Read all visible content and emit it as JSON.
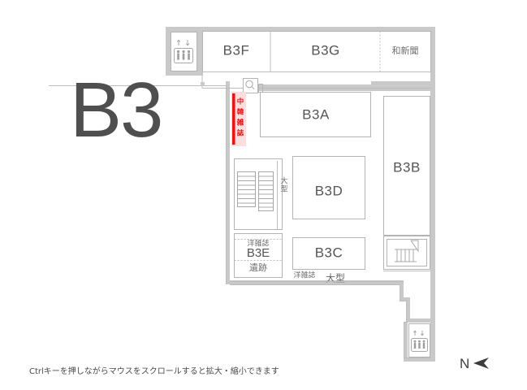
{
  "floor": {
    "badge_label": "B3",
    "hint_text": "Ctrlキーを押しながらマウスをスクロールすると拡大・縮小できます"
  },
  "compass": {
    "letter": "N",
    "icon": "north-arrow-icon"
  },
  "rooms": {
    "b3f": "B3F",
    "b3g": "B3G",
    "b3a": "B3A",
    "b3b": "B3B",
    "b3c": "B3C",
    "b3d": "B3D",
    "b3e": "B3E"
  },
  "labels": {
    "wa_shinbun": "和新聞",
    "chu_kan_zasshi": "中韓雑誌",
    "ogata_vertical": "大型",
    "you_zasshi_b3e": "洋雑誌",
    "iseki": "遺跡",
    "you_zasshi_b3c": "洋雑誌",
    "ogata_bottom": "大型"
  },
  "icons": {
    "elevator_top": "elevator-icon",
    "elevator_bottom": "elevator-icon",
    "stairs_left_a": "stairs-icon",
    "stairs_left_b": "stairs-icon",
    "stairs_right": "stairs-icon",
    "search_marker": "search-marker-icon"
  },
  "colors": {
    "wall": "#c9c9c9",
    "room_stroke": "#b4b4b4",
    "highlight_band": "#fddede",
    "highlight_bar": "#f41010",
    "text": "#555555",
    "badge": "#4f4f4f"
  }
}
